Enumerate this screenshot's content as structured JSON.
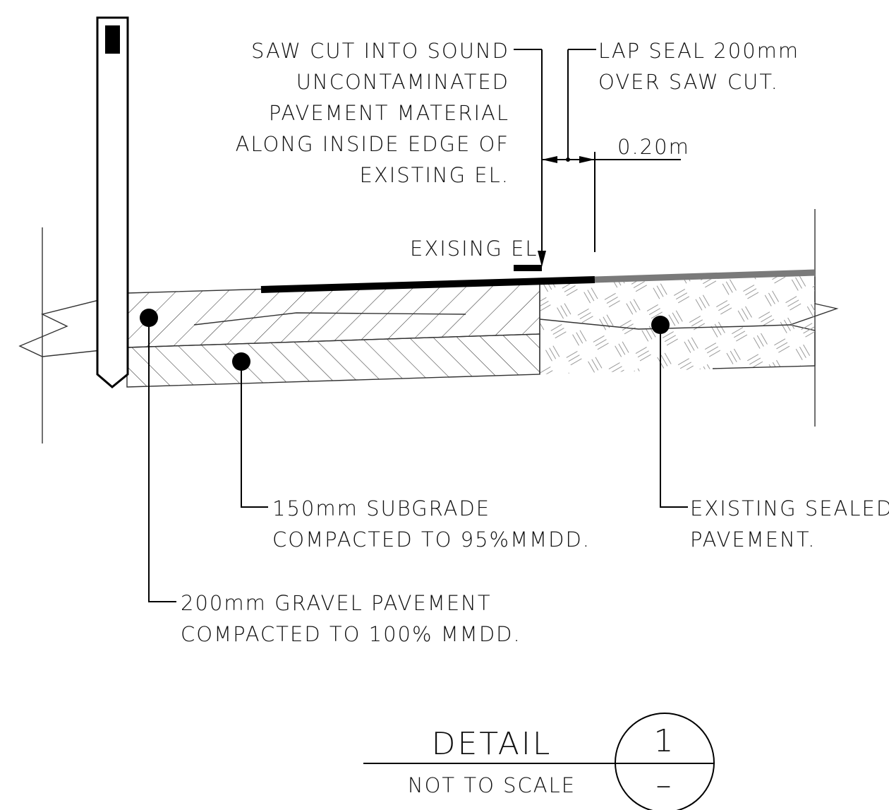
{
  "notes": {
    "saw_cut": [
      "SAW CUT INTO SOUND",
      "UNCONTAMINATED",
      "PAVEMENT MATERIAL",
      "ALONG INSIDE EDGE OF",
      "EXISTING EL."
    ],
    "lap_seal": [
      "LAP  SEAL 200mm",
      "OVER SAW CUT."
    ],
    "dimension": "0.20m",
    "existing_el": "EXISING EL.",
    "subgrade": [
      "150mm SUBGRADE",
      "COMPACTED TO 95%MMDD."
    ],
    "gravel": [
      "200mm GRAVEL PAVEMENT",
      "COMPACTED TO 100% MMDD."
    ],
    "sealed": [
      "EXISTING SEALED",
      "PAVEMENT."
    ]
  },
  "title_block": {
    "title": "DETAIL",
    "subtitle": "NOT TO SCALE",
    "detail_number": "1",
    "sheet_ref": "–"
  }
}
